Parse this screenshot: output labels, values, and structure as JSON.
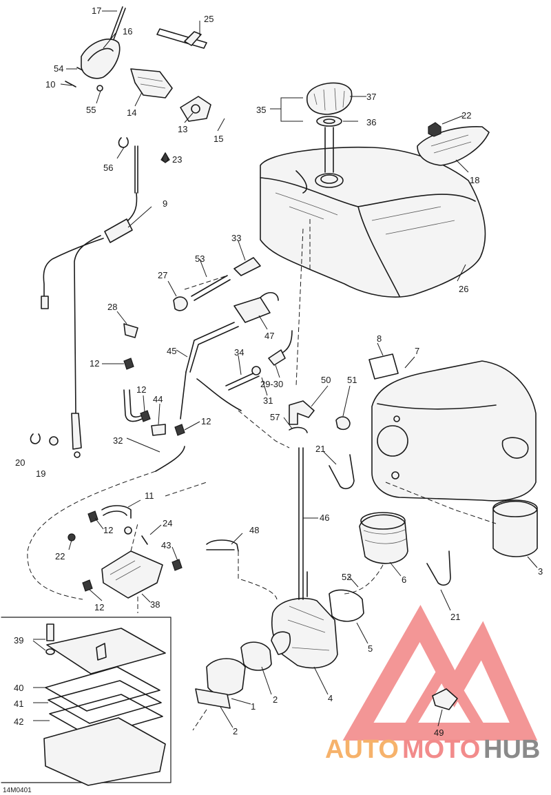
{
  "diagram_code": "14M0401",
  "watermark": {
    "part1": "AUTO",
    "part2": "MOTO",
    "part3": "HUB"
  },
  "callouts": [
    "17",
    "25",
    "16",
    "54",
    "10",
    "55",
    "14",
    "13",
    "15",
    "37",
    "35",
    "36",
    "22",
    "18",
    "56",
    "23",
    "9",
    "26",
    "33",
    "53",
    "27",
    "28",
    "47",
    "8",
    "7",
    "45",
    "34",
    "12",
    "29-30",
    "50",
    "51",
    "31",
    "12",
    "44",
    "12",
    "57",
    "32",
    "21",
    "20",
    "19",
    "11",
    "46",
    "12",
    "24",
    "22",
    "43",
    "48",
    "52",
    "6",
    "3",
    "12",
    "38",
    "21",
    "39",
    "5",
    "40",
    "2",
    "41",
    "1",
    "4",
    "42",
    "2",
    "49"
  ]
}
